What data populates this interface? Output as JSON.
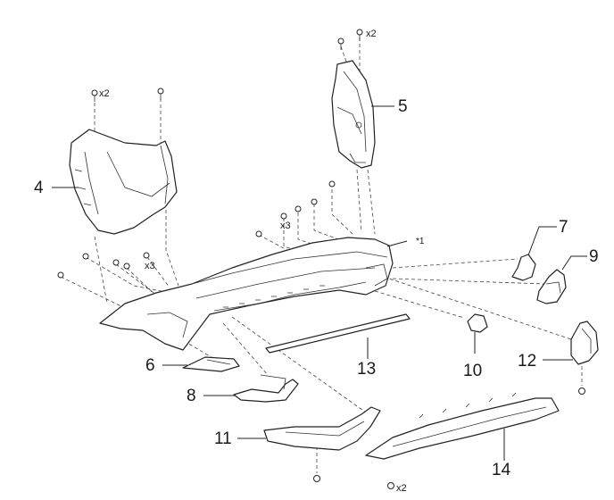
{
  "callouts": {
    "c4": "4",
    "c5": "5",
    "c6": "6",
    "c7": "7",
    "c8": "8",
    "c9": "9",
    "c10": "10",
    "c11": "11",
    "c12": "12",
    "c13": "13",
    "c14": "14"
  },
  "quantities": {
    "q_top_right": "x2",
    "q_top_left": "x2",
    "q_mid": "x3",
    "q_left": "x3",
    "q_bottom": "x2"
  },
  "notes": {
    "bumper_note": "*1"
  }
}
